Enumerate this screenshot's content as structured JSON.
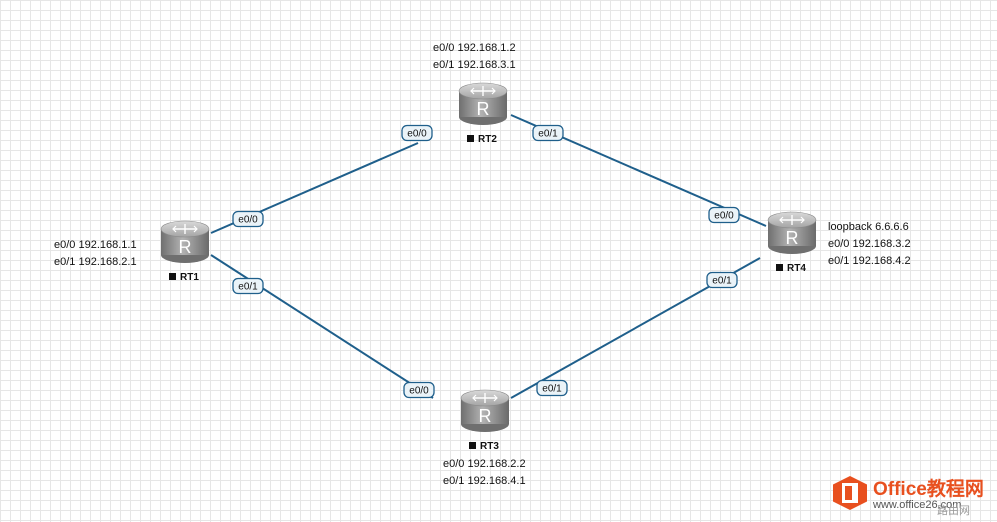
{
  "routers": [
    {
      "id": "RT1",
      "label": "RT1",
      "interfaces": [
        "e0/0 192.168.1.1",
        "e0/1 192.168.2.1"
      ]
    },
    {
      "id": "RT2",
      "label": "RT2",
      "interfaces": [
        "e0/0 192.168.1.2",
        "e0/1 192.168.3.1"
      ]
    },
    {
      "id": "RT3",
      "label": "RT3",
      "interfaces": [
        "e0/0 192.168.2.2",
        "e0/1 192.168.4.1"
      ]
    },
    {
      "id": "RT4",
      "label": "RT4",
      "interfaces": [
        "loopback 6.6.6.6",
        "e0/0 192.168.3.2",
        "e0/1 192.168.4.2"
      ]
    }
  ],
  "links": [
    {
      "from": "RT1",
      "from_port": "e0/0",
      "to": "RT2",
      "to_port": "e0/0"
    },
    {
      "from": "RT1",
      "from_port": "e0/1",
      "to": "RT3",
      "to_port": "e0/0"
    },
    {
      "from": "RT2",
      "from_port": "e0/1",
      "to": "RT4",
      "to_port": "e0/0"
    },
    {
      "from": "RT3",
      "from_port": "e0/1",
      "to": "RT4",
      "to_port": "e0/1"
    }
  ],
  "router_icon_letter": "R",
  "colors": {
    "link": "#1f5f8b",
    "router_body": "#8c8c8c",
    "grid": "#e6e6e6"
  },
  "watermark": {
    "title": "Office教程网",
    "url": "www.office26.com",
    "side_text": "路由网"
  }
}
